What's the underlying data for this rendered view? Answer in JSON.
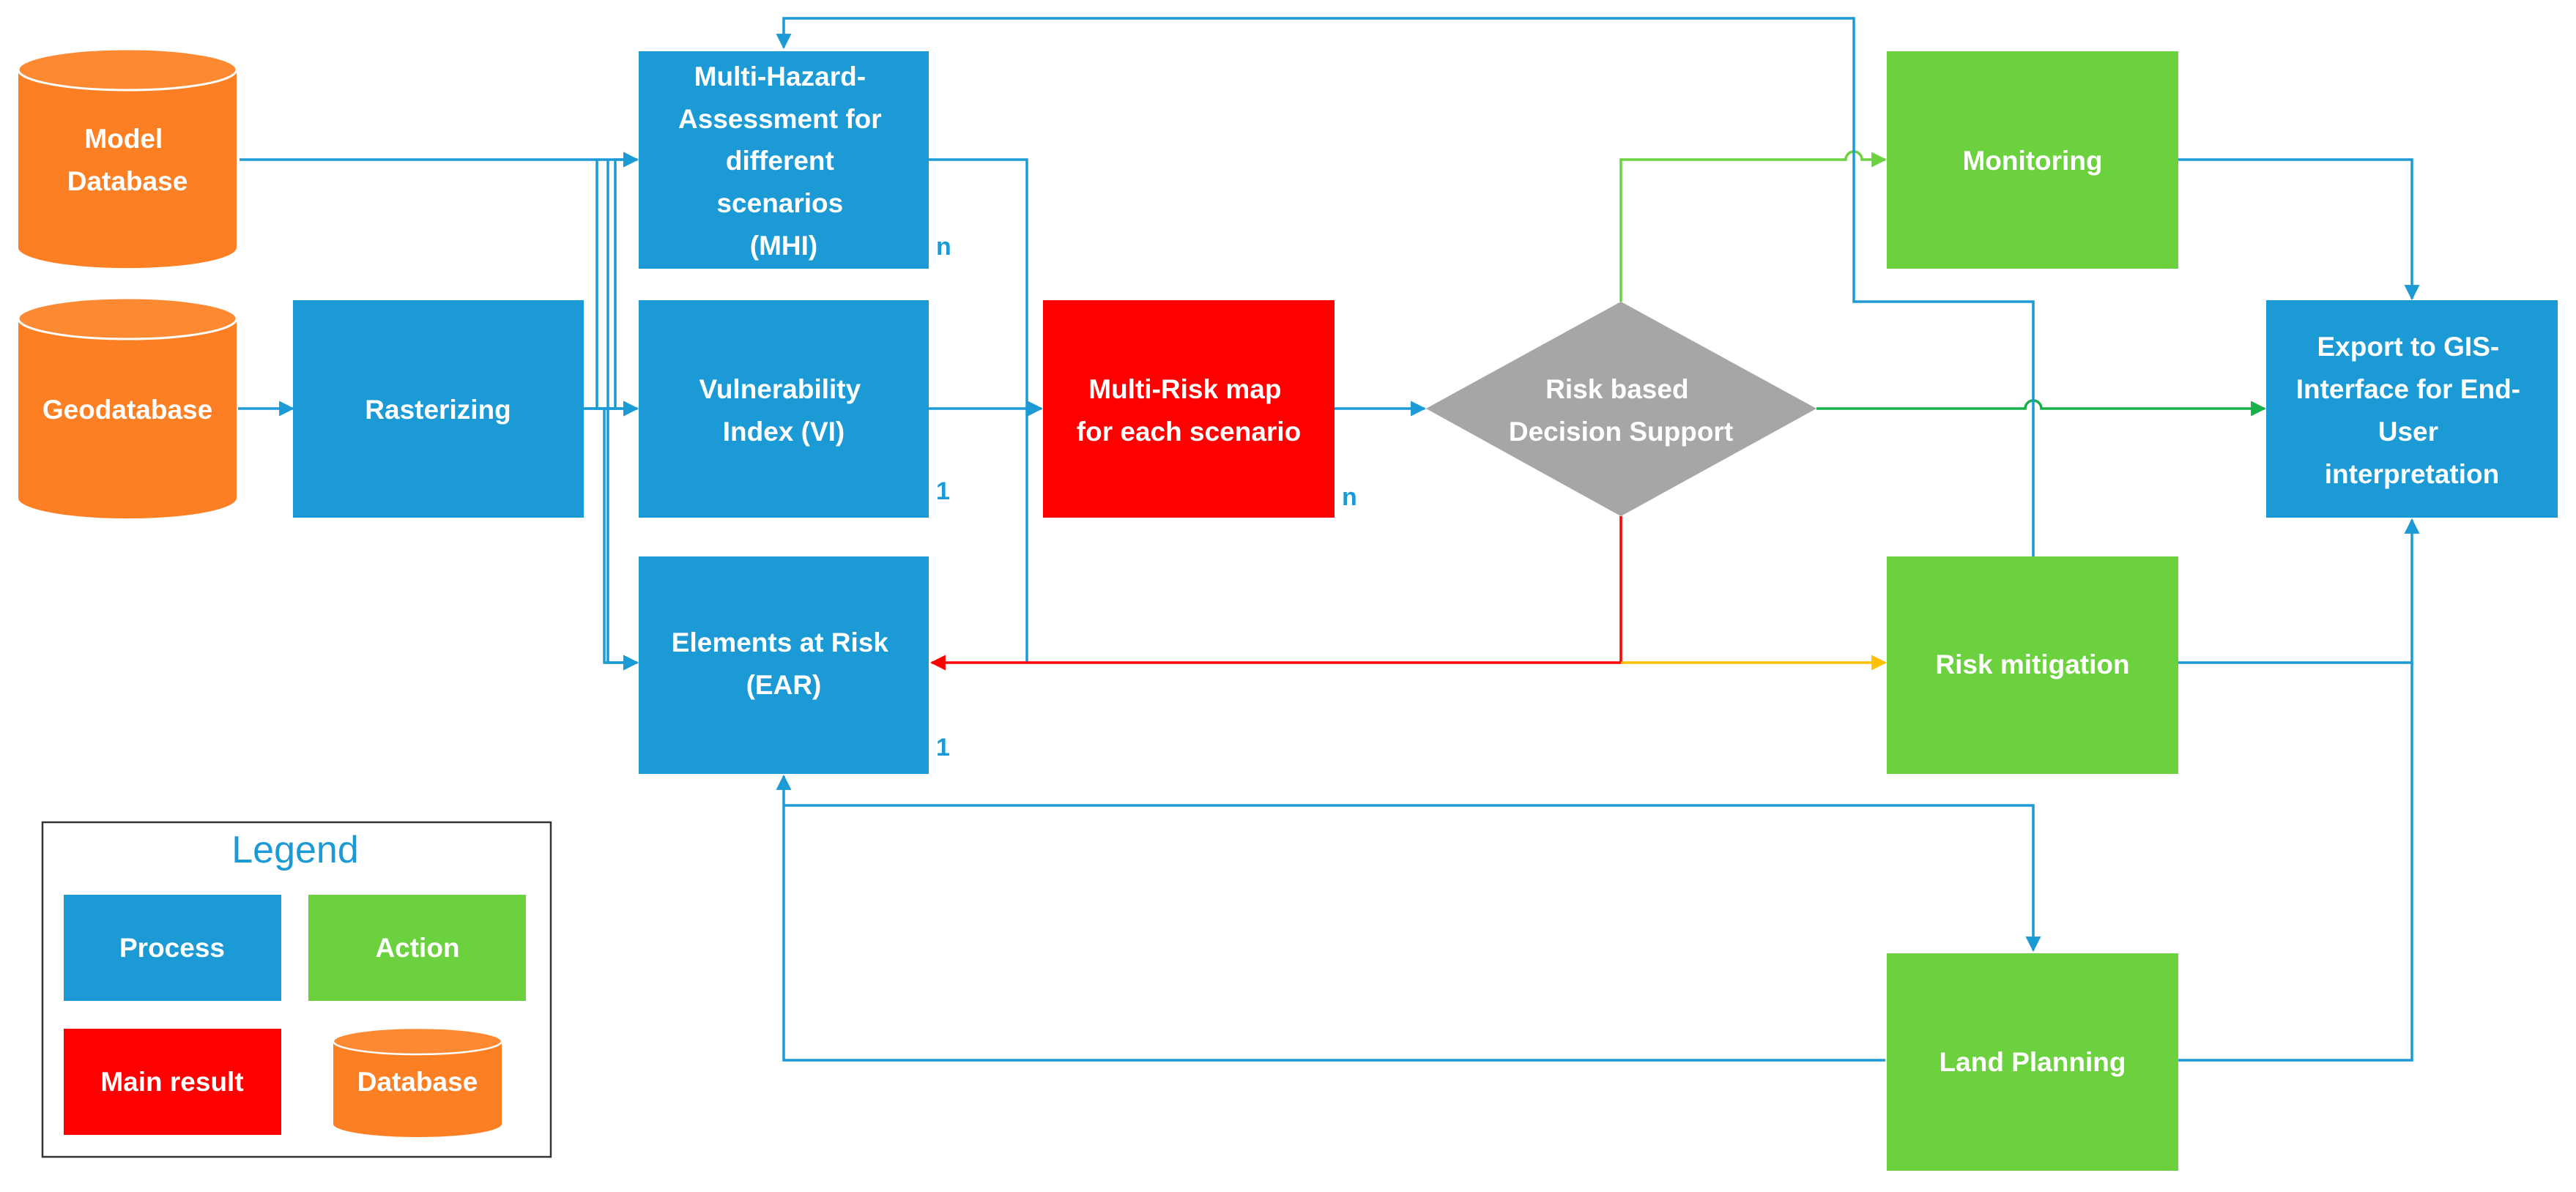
{
  "colors": {
    "process": "#1C9AD6",
    "action": "#6CD13F",
    "main_result": "#FF0000",
    "database": "#FD7F23",
    "decision": "#A6A6A6",
    "line_blue": "#1C9AD6",
    "line_green_light": "#6CD13F",
    "line_green_dark": "#17B04B",
    "line_red": "#FF0000",
    "line_yellow": "#FFC000",
    "legend_border": "#333333"
  },
  "nodes": {
    "model_database": [
      "Model",
      "Database"
    ],
    "geodatabase": [
      "Geodatabase"
    ],
    "rasterizing": [
      "Rasterizing"
    ],
    "mha": [
      "Multi-Hazard-",
      "Assessment for",
      "different",
      "scenarios",
      "(MHI)"
    ],
    "vi": [
      "Vulnerability",
      "Index (VI)"
    ],
    "ear": [
      "Elements at Risk",
      "(EAR)"
    ],
    "multirisk": [
      "Multi-Risk map",
      "for each scenario"
    ],
    "decision": [
      "Risk based",
      "Decision Support"
    ],
    "monitoring": [
      "Monitoring"
    ],
    "mitigation": [
      "Risk mitigation"
    ],
    "land_planning": [
      "Land Planning"
    ],
    "export": [
      "Export to GIS-",
      "Interface for End-",
      "User",
      "interpretation"
    ]
  },
  "multiplicity": {
    "mha": "n",
    "vi": "1",
    "ear": "1",
    "multirisk": "n"
  },
  "legend": {
    "title": "Legend",
    "process": "Process",
    "action": "Action",
    "main_result": "Main result",
    "database": "Database"
  }
}
